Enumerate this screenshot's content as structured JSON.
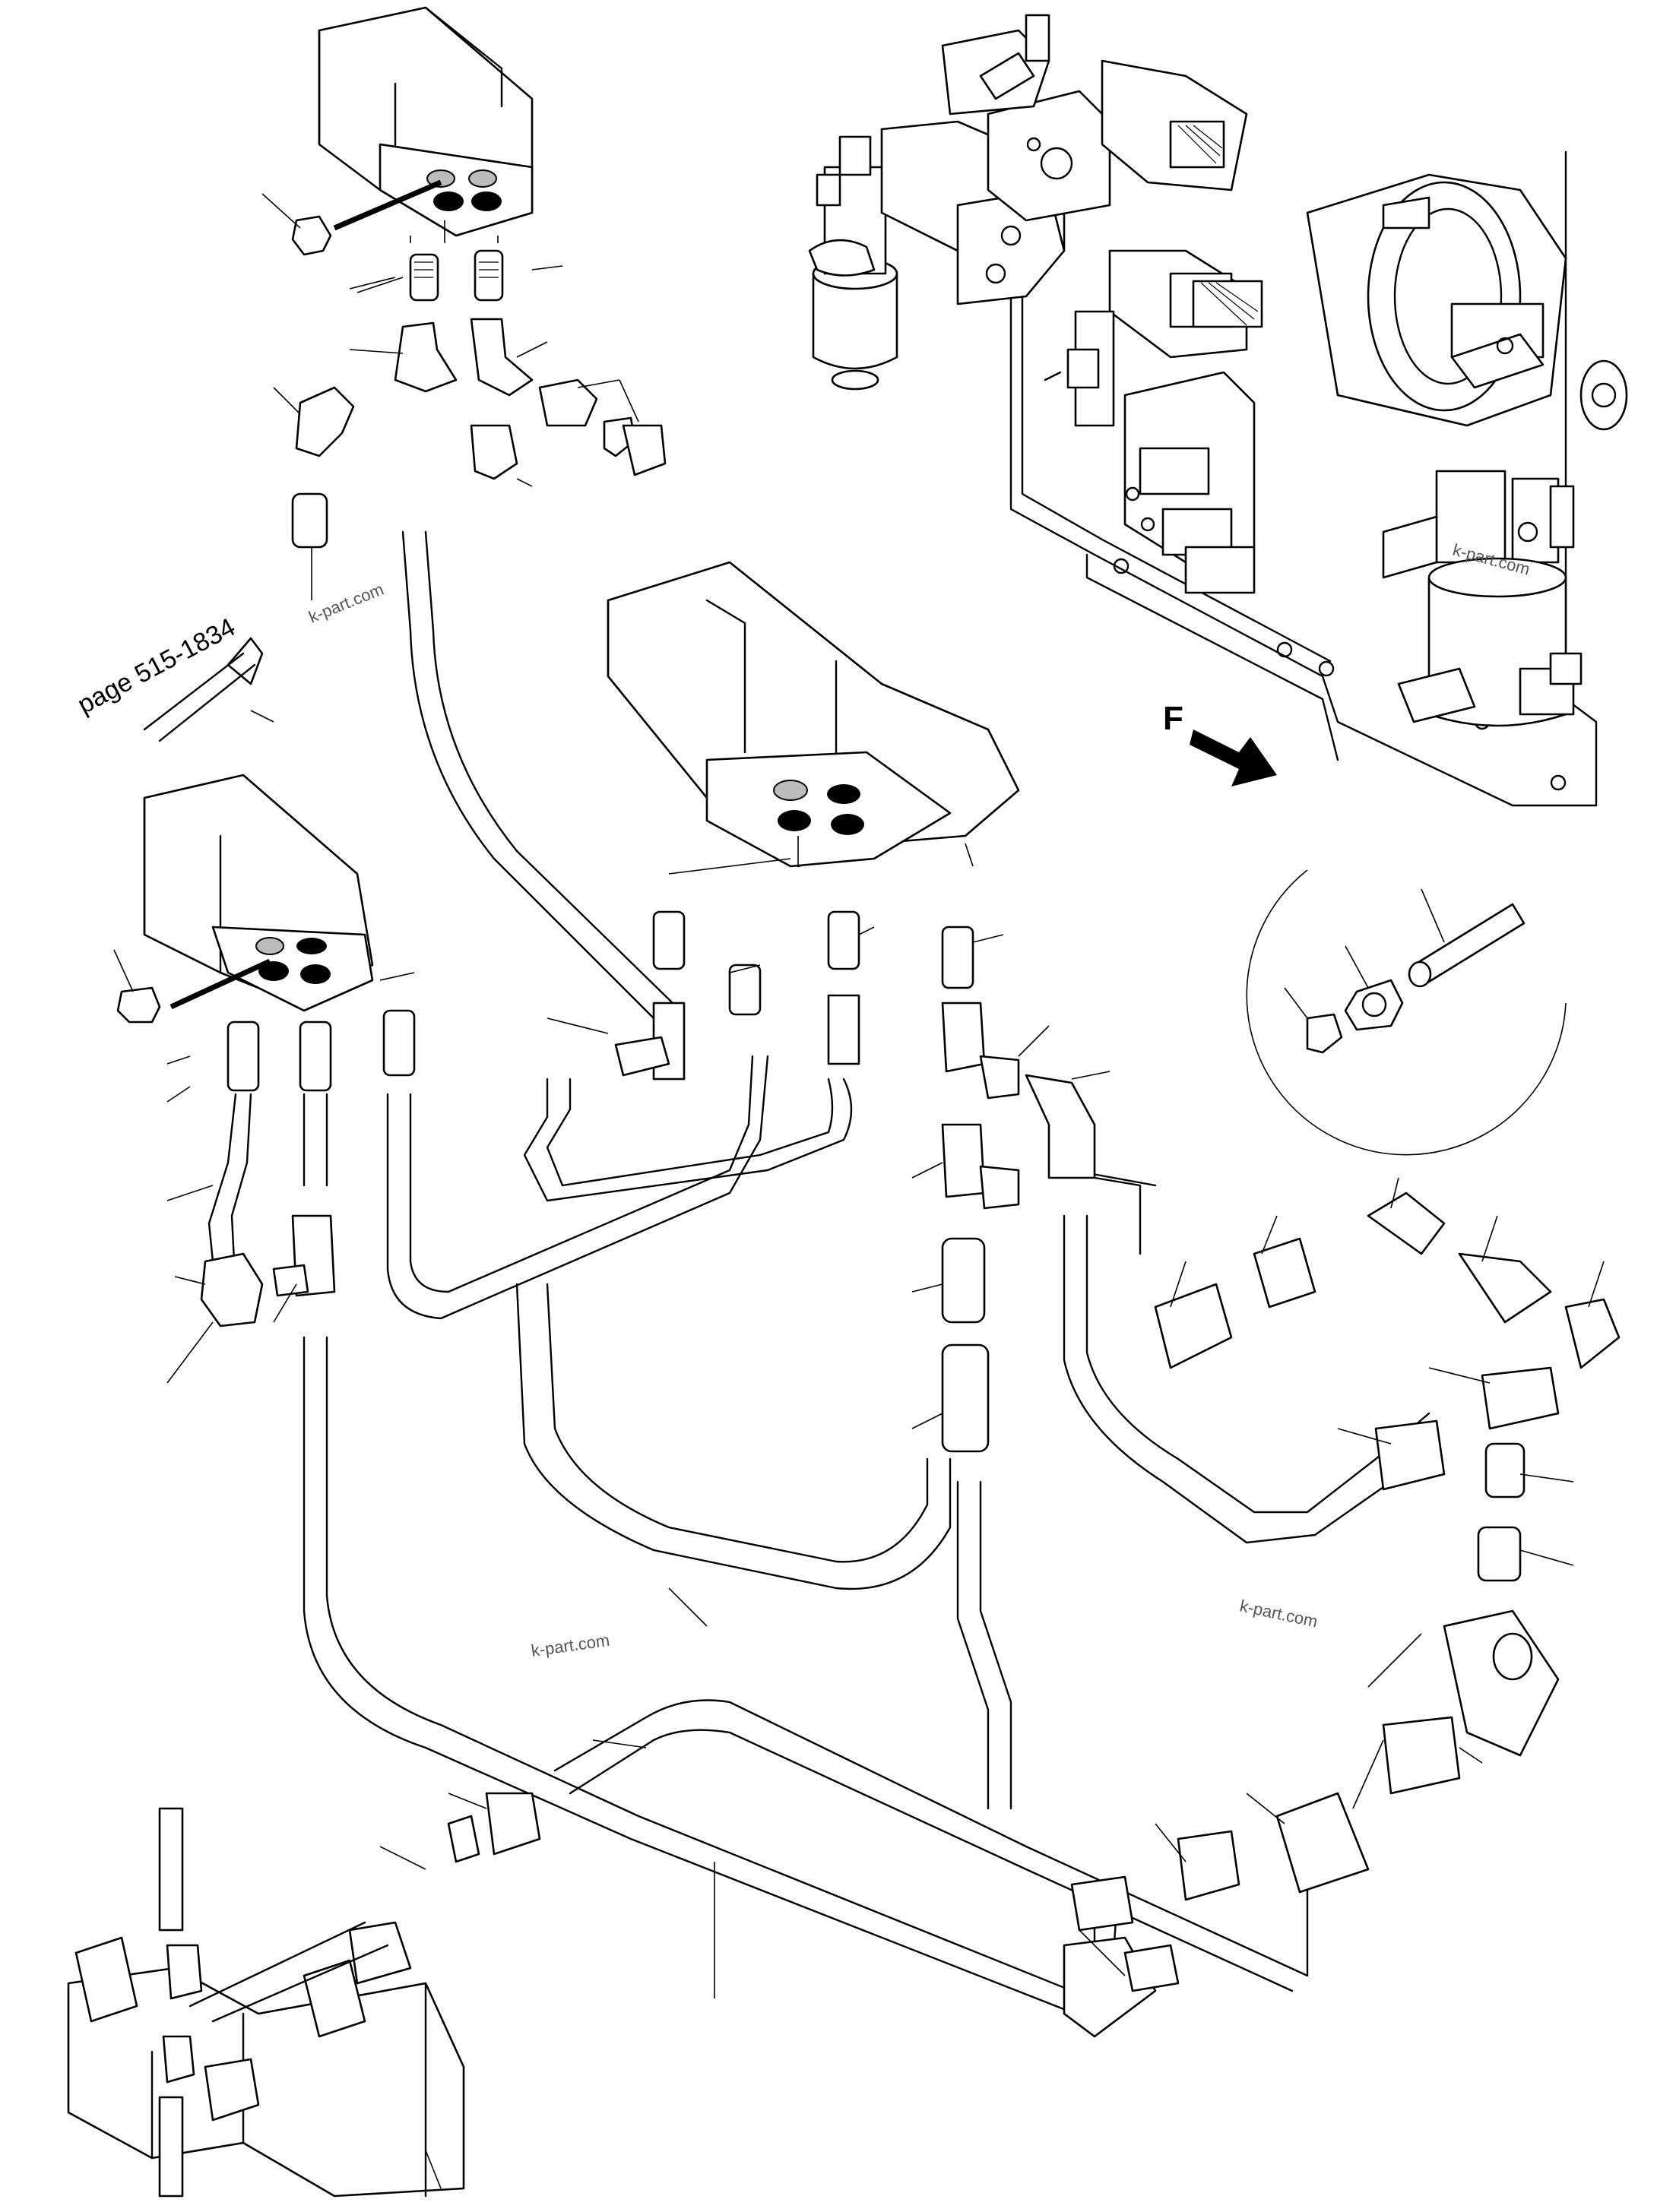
{
  "diagram": {
    "page_reference": "page 515-1834",
    "direction_label": "F",
    "watermarks": [
      "k-part.com",
      "k-part.com",
      "k-part.com",
      "k-part.com"
    ]
  }
}
